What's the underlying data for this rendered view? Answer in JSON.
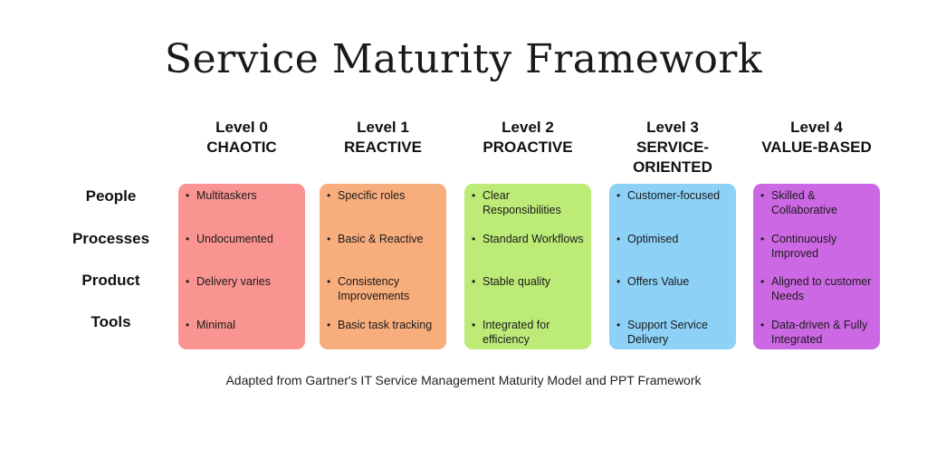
{
  "title": "Service Maturity Framework",
  "row_labels": [
    "People",
    "Processes",
    "Product",
    "Tools"
  ],
  "levels": [
    {
      "level": "Level 0",
      "name": "CHAOTIC",
      "color": "#f99491",
      "items": [
        "Multitaskers",
        "Undocumented",
        "Delivery varies",
        "Minimal"
      ]
    },
    {
      "level": "Level 1",
      "name": "REACTIVE",
      "color": "#f8ad7d",
      "items": [
        "Specific roles",
        "Basic & Reactive",
        "Consistency Improvements",
        "Basic task tracking"
      ]
    },
    {
      "level": "Level 2",
      "name": "PROACTIVE",
      "color": "#bdeb77",
      "items": [
        "Clear Responsibilities",
        "Standard Workflows",
        "Stable quality",
        "Integrated for efficiency"
      ]
    },
    {
      "level": "Level 3",
      "name": "SERVICE-ORIENTED",
      "color": "#8dd1f7",
      "items": [
        "Customer-focused",
        "Optimised",
        "Offers Value",
        "Support Service Delivery"
      ]
    },
    {
      "level": "Level 4",
      "name": "VALUE-BASED",
      "color": "#cd68e5",
      "items": [
        "Skilled & Collaborative",
        "Continuously Improved",
        "Aligned to customer Needs",
        "Data-driven & Fully Integrated"
      ]
    }
  ],
  "footnote": "Adapted from Gartner's IT Service Management Maturity Model and PPT Framework",
  "icons": {
    "bullet": "bullet-dot"
  }
}
